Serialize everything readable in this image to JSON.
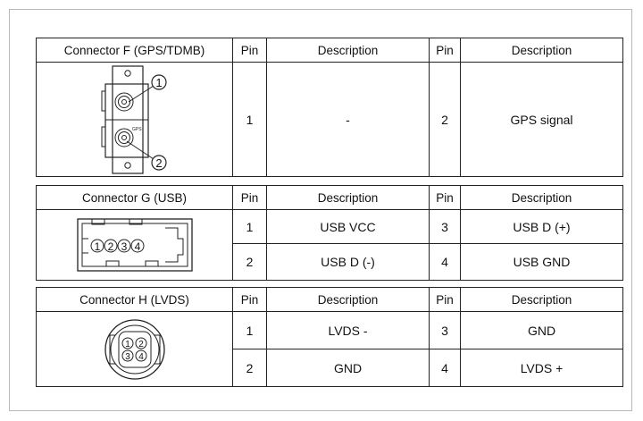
{
  "connectors": [
    {
      "name": "Connector F (GPS/TDMB)",
      "headers": [
        "Pin",
        "Description",
        "Pin",
        "Description"
      ],
      "rows": [
        {
          "pin1": "1",
          "desc1": "-",
          "pin2": "2",
          "desc2": "GPS signal"
        }
      ],
      "figure_labels": [
        "1",
        "2",
        "GPS"
      ]
    },
    {
      "name": "Connector G (USB)",
      "headers": [
        "Pin",
        "Description",
        "Pin",
        "Description"
      ],
      "rows": [
        {
          "pin1": "1",
          "desc1": "USB VCC",
          "pin2": "3",
          "desc2": "USB D (+)"
        },
        {
          "pin1": "2",
          "desc1": "USB D (-)",
          "pin2": "4",
          "desc2": "USB GND"
        }
      ],
      "figure_labels": [
        "1",
        "2",
        "3",
        "4"
      ]
    },
    {
      "name": "Connector H (LVDS)",
      "headers": [
        "Pin",
        "Description",
        "Pin",
        "Description"
      ],
      "rows": [
        {
          "pin1": "1",
          "desc1": "LVDS -",
          "pin2": "3",
          "desc2": "GND"
        },
        {
          "pin1": "2",
          "desc1": "GND",
          "pin2": "4",
          "desc2": "LVDS +"
        }
      ],
      "figure_labels": [
        "1",
        "2",
        "3",
        "4"
      ]
    }
  ]
}
